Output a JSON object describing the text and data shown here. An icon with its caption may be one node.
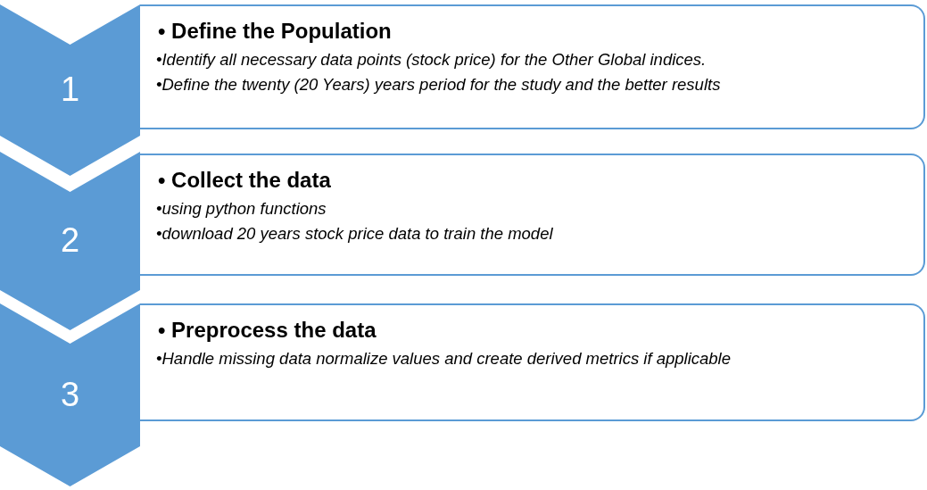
{
  "diagram": {
    "nodes": [
      {
        "text": [
          "1"
        ]
      },
      {
        "text": [
          "• Define the Population",
          "•Identify all necessary data points (stock price) for the Other Global indices.",
          "•Define the twenty (20 Years) years period for the study and the better results"
        ]
      },
      {
        "text": [
          "2"
        ]
      },
      {
        "text": [
          "• Collect the data",
          "•using python functions",
          "•download 20 years stock price data  to train the model"
        ]
      },
      {
        "text": [
          "3"
        ]
      },
      {
        "text": [
          "• Preprocess the data",
          "•Handle missing data normalize values and create derived metrics if applicable"
        ]
      }
    ]
  }
}
